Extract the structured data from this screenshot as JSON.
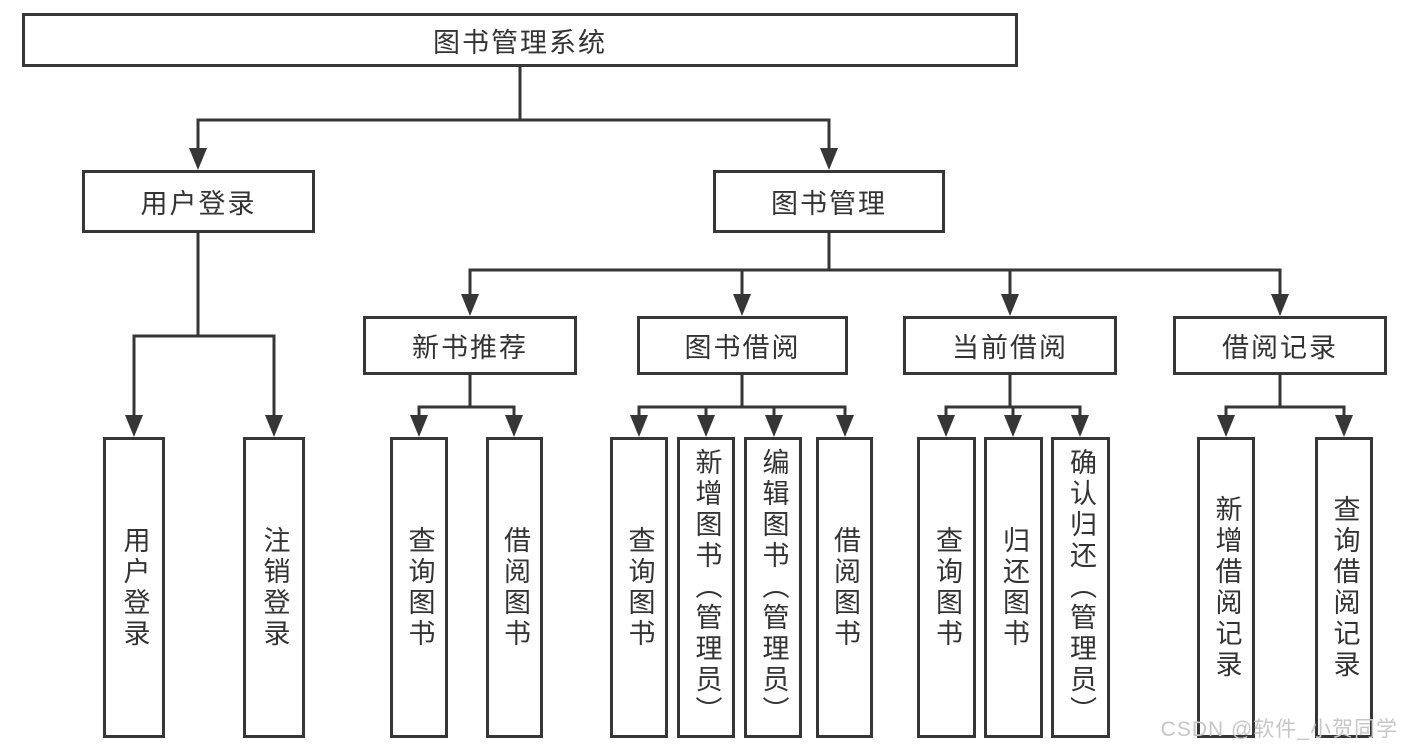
{
  "diagram": {
    "type": "hierarchy-tree",
    "orientation": "top-down",
    "colors": {
      "background": "#ffffff",
      "line": "#363636",
      "box_border": "#363636",
      "box_fill": "#ffffff",
      "text": "#333333",
      "watermark": "#c6c6c6"
    },
    "watermark": "CSDN @软件_小贺同学"
  },
  "tree": {
    "label": "图书管理系统",
    "children": [
      {
        "label": "用户登录",
        "children": [
          {
            "label": "用户登录"
          },
          {
            "label": "注销登录"
          }
        ]
      },
      {
        "label": "图书管理",
        "children": [
          {
            "label": "新书推荐",
            "children": [
              {
                "label": "查询图书"
              },
              {
                "label": "借阅图书"
              }
            ]
          },
          {
            "label": "图书借阅",
            "children": [
              {
                "label": "查询图书"
              },
              {
                "label": "新增图书（管理员）"
              },
              {
                "label": "编辑图书（管理员）"
              },
              {
                "label": "借阅图书"
              }
            ]
          },
          {
            "label": "当前借阅",
            "children": [
              {
                "label": "查询图书"
              },
              {
                "label": "归还图书"
              },
              {
                "label": "确认归还（管理员）"
              }
            ]
          },
          {
            "label": "借阅记录",
            "children": [
              {
                "label": "新增借阅记录"
              },
              {
                "label": "查询借阅记录"
              }
            ]
          }
        ]
      }
    ]
  }
}
